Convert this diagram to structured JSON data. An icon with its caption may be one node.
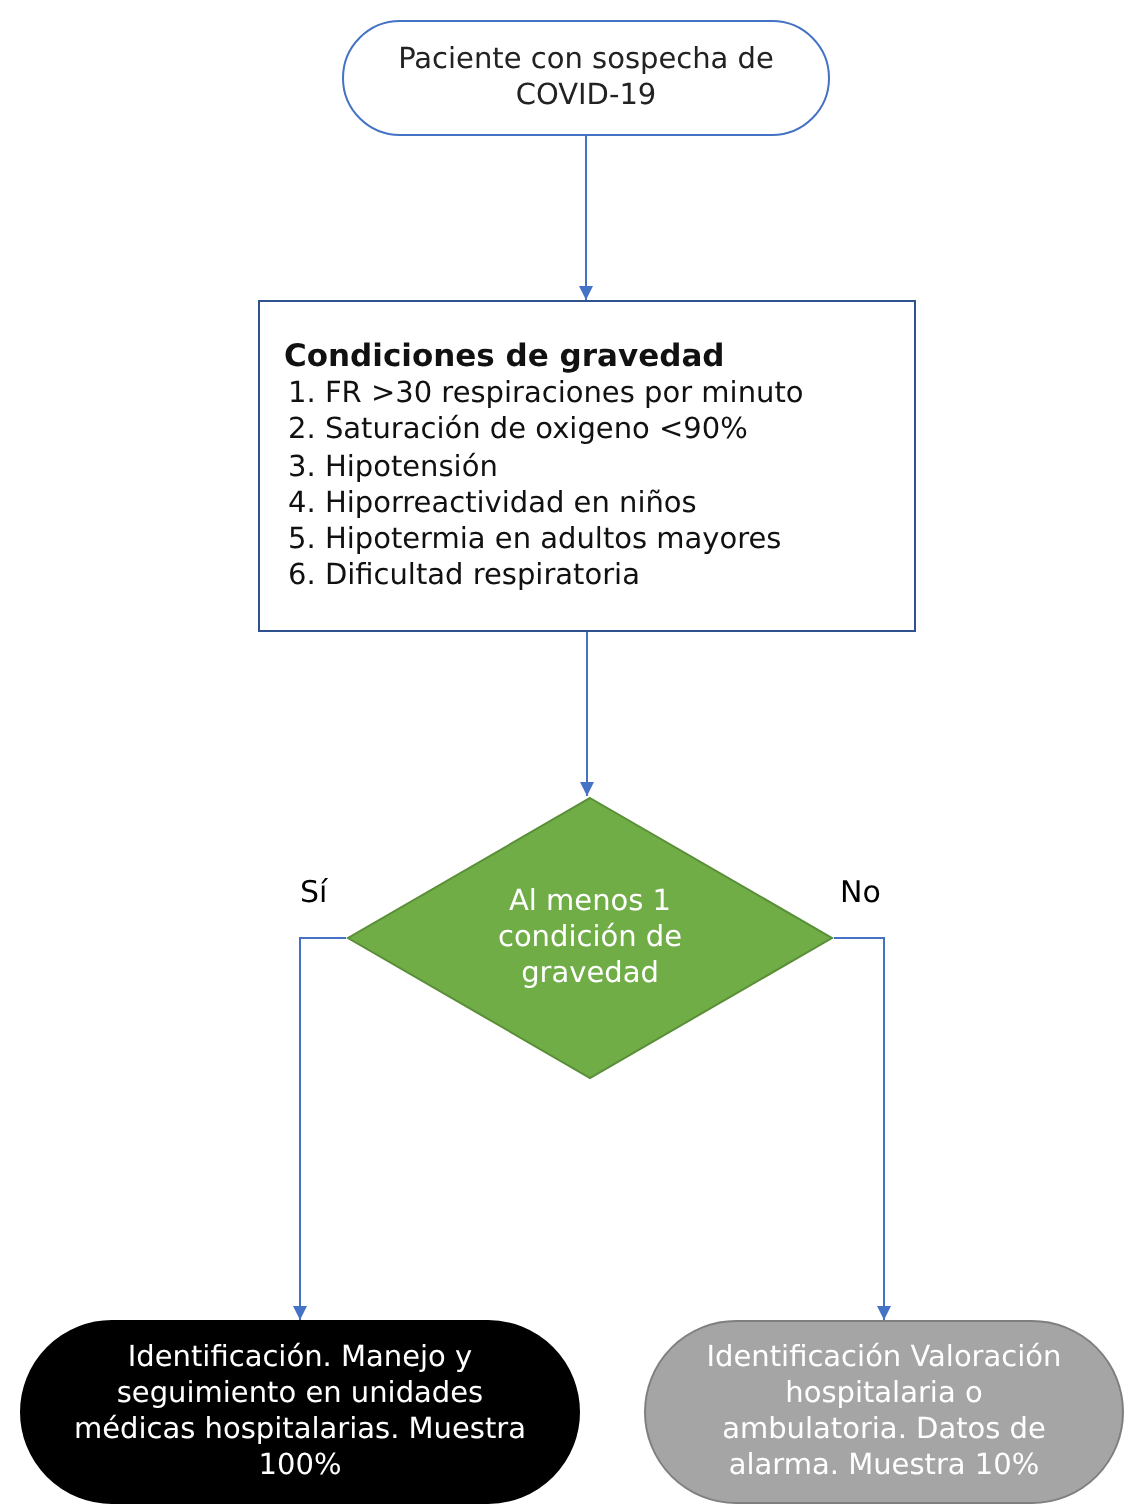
{
  "diagram": {
    "nodes": [
      {
        "text": [
          "Paciente con sospecha de COVID-19"
        ]
      },
      {
        "text": [
          "Condiciones de gravedad",
          "1. FR >30 respiraciones por minuto",
          "2. Saturación de oxigeno <90%",
          "3. Hipotensión",
          "4. Hiporreactividad en niños",
          "5. Hipotermia en adultos mayores",
          "6. Dificultad respiratoria"
        ]
      },
      {
        "text": [
          "Al menos 1 condición de gravedad"
        ]
      },
      {
        "text": [
          "Identificación. Manejo y seguimiento en unidades médicas hospitalarias. Muestra 100%"
        ]
      },
      {
        "text": [
          "Identificación Valoración hospitalaria o ambulatoria. Datos de alarma. Muestra 10%"
        ]
      }
    ],
    "edges": [
      {
        "from": 0,
        "to": 1,
        "arrow": "to"
      },
      {
        "from": 1,
        "to": 2,
        "arrow": "to"
      },
      {
        "from": 2,
        "to": 3,
        "arrow": "to",
        "label": "Sí"
      },
      {
        "from": 2,
        "to": 4,
        "arrow": "to",
        "label": "No"
      }
    ]
  }
}
